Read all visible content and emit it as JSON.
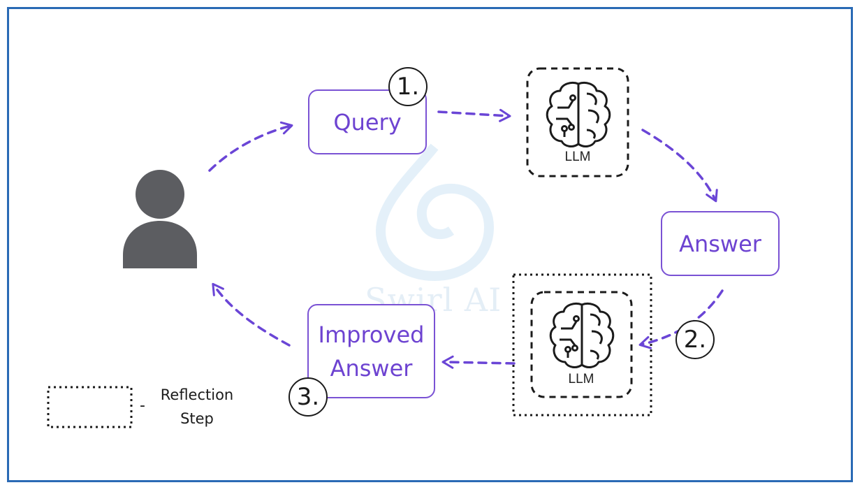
{
  "nodes": {
    "query": "Query",
    "answer": "Answer",
    "improved_answer_line1": "Improved",
    "improved_answer_line2": "Answer"
  },
  "llm_top_label": "LLM",
  "llm_bottom_label": "LLM",
  "steps": {
    "step1": "1.",
    "step2": "2.",
    "step3": "3."
  },
  "legend": {
    "dash": "-",
    "line1": "Reflection",
    "line2": "Step"
  },
  "watermark": "Swirl AI",
  "colors": {
    "accent": "#6d43d1",
    "arrow": "#6a45d6",
    "frame": "#2a6ab5",
    "person": "#5c5d61"
  }
}
